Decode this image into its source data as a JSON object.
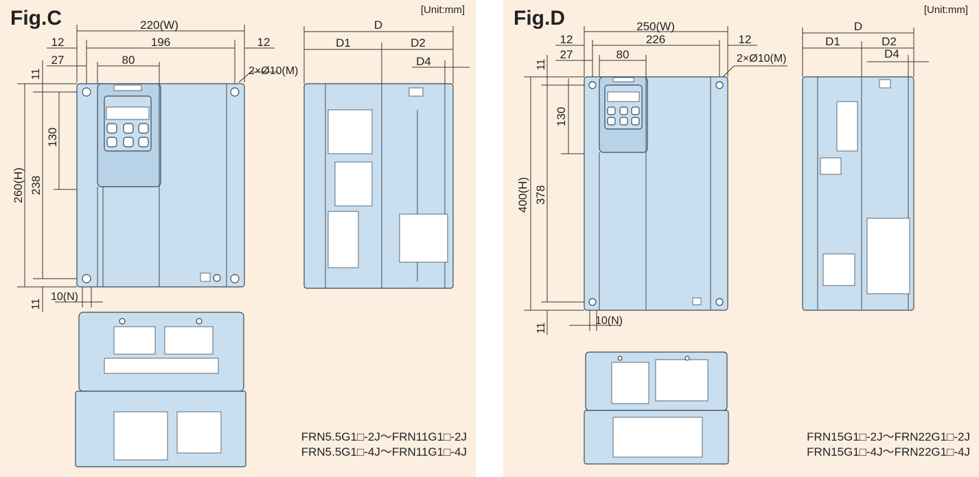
{
  "figures": [
    {
      "id": "C",
      "title": "Fig.C",
      "unit": "[Unit:mm]",
      "dims": {
        "w_total": "220(W)",
        "w_inner": "196",
        "w_margin_left": "12",
        "w_margin_right": "12",
        "w_27": "27",
        "w_80": "80",
        "mount_holes": "2×Ø10(M)",
        "h_top": "11",
        "h_130": "130",
        "h_238": "238",
        "h_total": "260(H)",
        "h_bottom": "11",
        "n_slot": "10(N)",
        "d_total": "D",
        "d1": "D1",
        "d2": "D2",
        "d4": "D4"
      },
      "models": [
        "FRN5.5G1□-2J～FRN11G1□-2J",
        "FRN5.5G1□-4J～FRN11G1□-4J"
      ]
    },
    {
      "id": "D",
      "title": "Fig.D",
      "unit": "[Unit:mm]",
      "dims": {
        "w_total": "250(W)",
        "w_inner": "226",
        "w_margin_left": "12",
        "w_margin_right": "12",
        "w_27": "27",
        "w_80": "80",
        "mount_holes": "2×Ø10(M)",
        "h_top": "11",
        "h_130": "130",
        "h_378": "378",
        "h_total": "400(H)",
        "h_bottom": "11",
        "n_slot": "10(N)",
        "d_total": "D",
        "d1": "D1",
        "d2": "D2",
        "d4": "D4"
      },
      "models": [
        "FRN15G1□-2J～FRN22G1□-2J",
        "FRN15G1□-4J～FRN22G1□-4J"
      ]
    }
  ],
  "colors": {
    "panel": "#fcefe0",
    "body": "#c9dff0",
    "outline": "#3a4a58"
  }
}
